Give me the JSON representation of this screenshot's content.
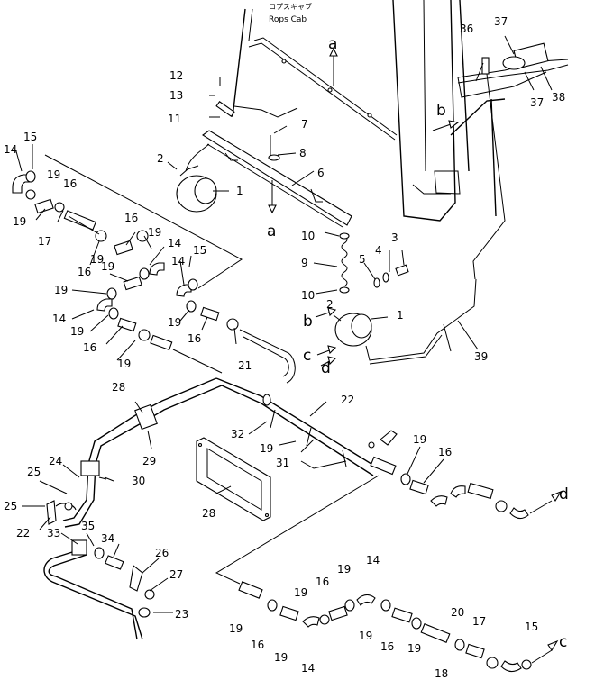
{
  "cab_label": {
    "jp": "ロプスキャブ",
    "en": "Rops Cab"
  },
  "refs": [
    "a",
    "a",
    "b",
    "b",
    "c",
    "c",
    "d",
    "d"
  ],
  "callouts": [
    "1",
    "1",
    "2",
    "2",
    "3",
    "4",
    "5",
    "6",
    "7",
    "8",
    "9",
    "10",
    "10",
    "11",
    "12",
    "13",
    "14",
    "14",
    "14",
    "14",
    "14",
    "14",
    "15",
    "15",
    "15",
    "16",
    "16",
    "16",
    "16",
    "16",
    "16",
    "16",
    "16",
    "16",
    "17",
    "17",
    "18",
    "19",
    "19",
    "19",
    "19",
    "19",
    "19",
    "19",
    "19",
    "19",
    "19",
    "19",
    "19",
    "19",
    "19",
    "19",
    "19",
    "19",
    "20",
    "21",
    "22",
    "22",
    "23",
    "24",
    "25",
    "25",
    "26",
    "27",
    "28",
    "28",
    "29",
    "30",
    "31",
    "32",
    "33",
    "34",
    "35",
    "36",
    "37",
    "37",
    "38",
    "39"
  ]
}
